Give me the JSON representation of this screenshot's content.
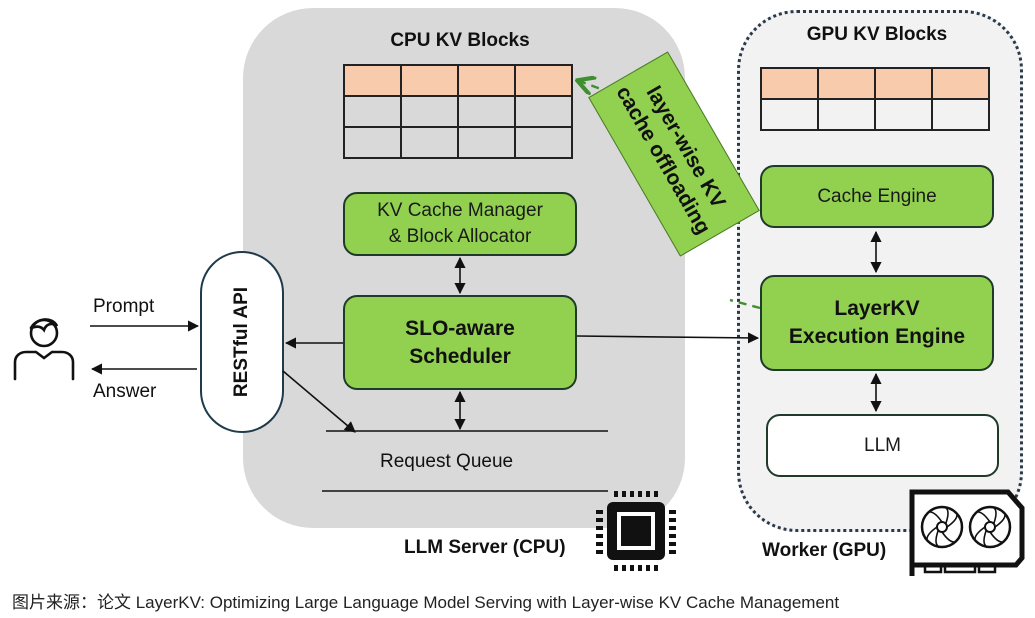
{
  "cpu_panel": {
    "title": "CPU KV Blocks",
    "footer_label": "LLM Server (CPU)",
    "kv_grid": {
      "rows": 3,
      "cols": 4,
      "highlighted_rows": [
        0
      ]
    },
    "kv_cache_manager": {
      "line1": "KV Cache Manager",
      "line2": "& Block Allocator"
    },
    "scheduler": {
      "line1": "SLO-aware",
      "line2": "Scheduler"
    },
    "request_queue": "Request Queue"
  },
  "gpu_panel": {
    "title": "GPU KV Blocks",
    "footer_label": "Worker (GPU)",
    "kv_grid": {
      "rows": 2,
      "cols": 4,
      "highlighted_rows": [
        0
      ]
    },
    "cache_engine": "Cache Engine",
    "execution_engine": {
      "line1": "LayerKV",
      "line2": "Execution Engine"
    },
    "llm": "LLM"
  },
  "api": {
    "label": "RESTful API"
  },
  "user": {
    "prompt_label": "Prompt",
    "answer_label": "Answer"
  },
  "offload_banner": {
    "line1": "layer-wise KV",
    "line2": "cache offloading"
  },
  "icons": {
    "user": "user-icon",
    "cpu": "cpu-chip-icon",
    "gpu": "gpu-card-icon"
  },
  "colors": {
    "green_box": "#92d050",
    "highlight_cell": "#f8cbad",
    "cpu_panel_bg": "#d9d9d9",
    "gpu_panel_bg": "#f2f2f2",
    "dashed_arrow": "#3f8f2f"
  },
  "caption": "图片来源：论文 LayerKV: Optimizing Large Language Model Serving with Layer-wise KV Cache Management"
}
